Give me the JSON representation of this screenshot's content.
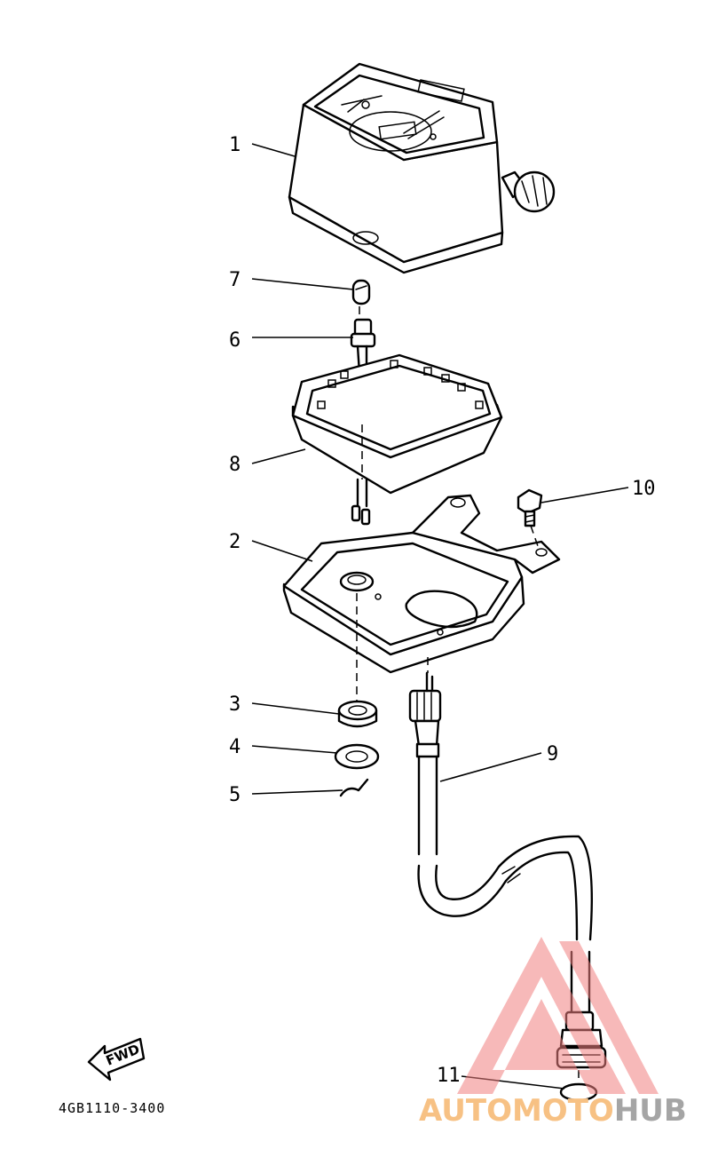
{
  "diagram": {
    "part_labels": {
      "p1": "1",
      "p2": "2",
      "p3": "3",
      "p4": "4",
      "p5": "5",
      "p6": "6",
      "p7": "7",
      "p8": "8",
      "p9": "9",
      "p10": "10",
      "p11": "11"
    },
    "fwd_text": "FWD",
    "drawing_code": "4GB1110-3400"
  },
  "watermark": {
    "word_part1": "AUTOMOTO",
    "word_part2": "HUB",
    "colors": {
      "triangle": "#f08080",
      "auto": "#f7c184",
      "hub": "#a5a5a5"
    }
  }
}
